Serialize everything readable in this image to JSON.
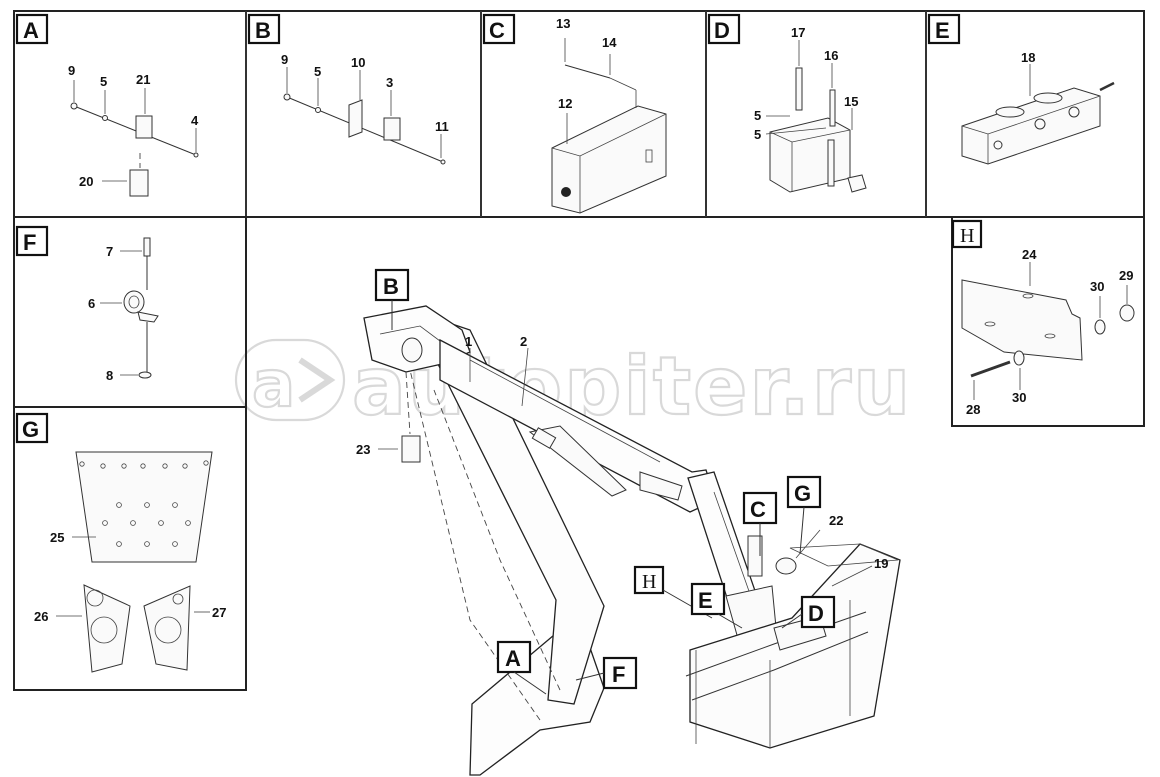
{
  "watermark": {
    "text": "autopiter.ru",
    "logo": "a-arrow-logo"
  },
  "panels": [
    {
      "id": "A",
      "label": "A"
    },
    {
      "id": "B",
      "label": "B"
    },
    {
      "id": "C",
      "label": "C"
    },
    {
      "id": "D",
      "label": "D"
    },
    {
      "id": "E",
      "label": "E"
    },
    {
      "id": "F",
      "label": "F"
    },
    {
      "id": "G",
      "label": "G"
    },
    {
      "id": "H",
      "label": "H"
    }
  ],
  "callouts": {
    "A": [
      "9",
      "5",
      "21",
      "4",
      "20"
    ],
    "B": [
      "9",
      "5",
      "10",
      "3",
      "11"
    ],
    "C": [
      "13",
      "14",
      "12"
    ],
    "D": [
      "17",
      "16",
      "5",
      "5",
      "15"
    ],
    "E": [
      "18"
    ],
    "F": [
      "7",
      "6",
      "8"
    ],
    "G": [
      "25",
      "26",
      "27"
    ],
    "H": [
      "24",
      "30",
      "29",
      "28",
      "30"
    ],
    "main": [
      "1",
      "2",
      "23",
      "22",
      "19"
    ]
  },
  "main_tags": [
    "B",
    "A",
    "F",
    "C",
    "G",
    "H",
    "E",
    "D"
  ]
}
